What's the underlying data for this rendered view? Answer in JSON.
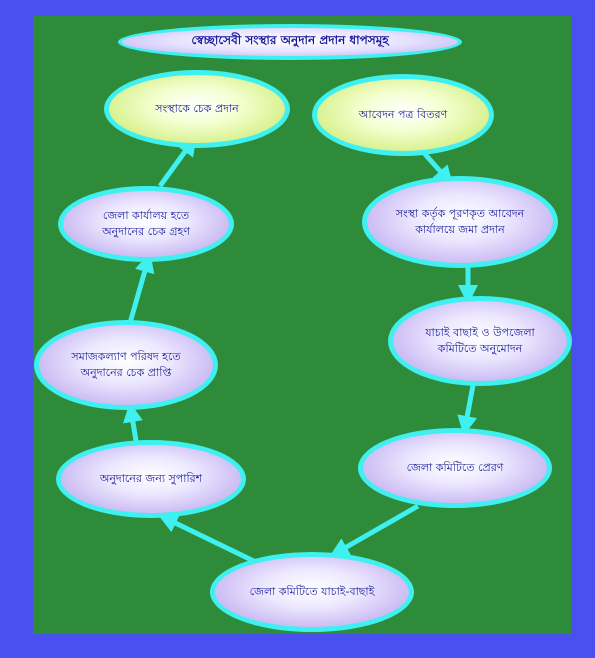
{
  "diagram": {
    "title": "স্বেচ্ছাসেবী সংস্থার অনুদান প্রদান ধাপসমূহ",
    "colors": {
      "background": "#4a50f0",
      "panel": "#2e8b3a",
      "border": "#3ef0f0",
      "text": "#1a1a9a",
      "arrow": "#3ef0f0"
    },
    "steps": [
      {
        "id": "step-application-distribution",
        "label": "আবেদন পত্র বিতরণ"
      },
      {
        "id": "step-application-submission",
        "label": "সংস্থা কর্তৃক পূরণকৃত আবেদন কার্যালয়ে জমা প্রদান"
      },
      {
        "id": "step-upazila-approval",
        "label": "যাচাই বাছাই ও উপজেলা কমিটিতে অনুমোদন"
      },
      {
        "id": "step-district-send",
        "label": "জেলা কমিটিতে প্রেরণ"
      },
      {
        "id": "step-district-verify",
        "label": "জেলা কমিটিতে যাচাই-বাছাই"
      },
      {
        "id": "step-recommend",
        "label": "অনুদানের জন্য সুপারিশ"
      },
      {
        "id": "step-council-cheque",
        "label": "সমাজকল্যাণ পরিষদ হতে অনুদানের চেক প্রাপ্তি"
      },
      {
        "id": "step-district-cheque",
        "label": "জেলা কার্যালয় হতে অনুদানের চেক গ্রহণ"
      },
      {
        "id": "step-cheque-handover",
        "label": "সংস্থাকে চেক প্রদান"
      }
    ]
  }
}
